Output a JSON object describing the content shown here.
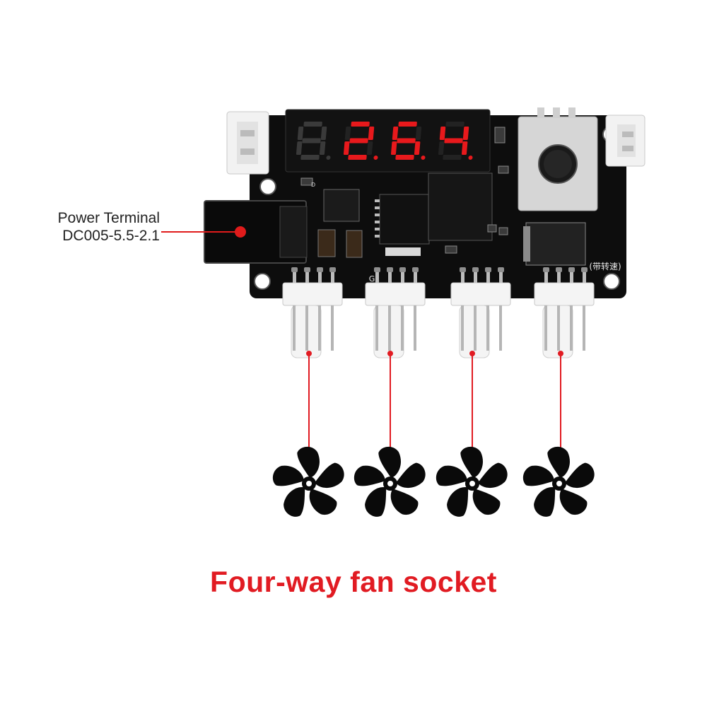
{
  "callout": {
    "line1": "Power Terminal",
    "line2": "DC005-5.5-2.1"
  },
  "display": {
    "digits": [
      "8",
      "2",
      "6",
      "4"
    ],
    "lit": [
      false,
      true,
      true,
      true
    ]
  },
  "board": {
    "speed_note": "(带转速)",
    "silk_g": "G",
    "silk_d": "D"
  },
  "fans": {
    "count": 4,
    "icon": "fan-icon"
  },
  "caption": "Four-way fan socket",
  "colors": {
    "pcb": "#0d0d0d",
    "led_on": "#e8191c",
    "led_off": "#3a3a3a",
    "accent": "#e11b22",
    "connector": "#f2f2f2"
  }
}
